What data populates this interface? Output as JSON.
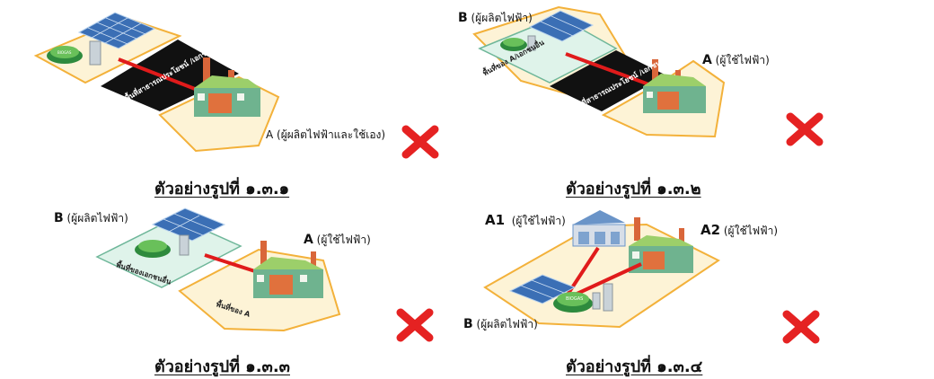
{
  "colors": {
    "land_fill": "#fdf3d6",
    "land_stroke": "#f3b13a",
    "producer_fill": "#dff3ea",
    "producer_stroke": "#6fb79a",
    "black_zone": "#111111",
    "line": "#e01b1b",
    "cross": "#e52222",
    "factory_wall": "#6fb38f",
    "factory_roof": "#9ccf6a",
    "chimney": "#d9663a"
  },
  "icons": {
    "cross": "cross-icon",
    "factory": "factory-icon",
    "solar": "solar-panel-icon",
    "biogas": "biogas-tank-icon",
    "warehouse": "warehouse-icon"
  },
  "biogas_text": "BIOGAS",
  "panels": [
    {
      "caption": "ตัวอย่างรูปที่ ๑.๓.๑",
      "label_a": "A (ผู้ผลิตไฟฟ้าและใช้เอง)",
      "zone_black": "พื้นที่สาธารณประโยชน์ /เอกชนอื่น"
    },
    {
      "caption": "ตัวอย่างรูปที่ ๑.๓.๒",
      "label_b_letter": "B",
      "label_b_text": "(ผู้ผลิตไฟฟ้า)",
      "label_a_letter": "A",
      "label_a_text": "(ผู้ใช้ไฟฟ้า)",
      "zone_green": "พื้นที่ของ A/เอกชนอื่น",
      "zone_black": "พื้นที่สาธารณประโยชน์ /เอกชนอื่น"
    },
    {
      "caption": "ตัวอย่างรูปที่ ๑.๓.๓",
      "label_b_letter": "B",
      "label_b_text": "(ผู้ผลิตไฟฟ้า)",
      "label_a_letter": "A",
      "label_a_text": "(ผู้ใช้ไฟฟ้า)",
      "zone_green": "พื้นที่ของเอกชนอื่น",
      "zone_orange": "พื้นที่ของ A"
    },
    {
      "caption": "ตัวอย่างรูปที่ ๑.๓.๔",
      "label_a1_letter": "A1",
      "label_a1_text": "(ผู้ใช้ไฟฟ้า)",
      "label_a2_letter": "A2",
      "label_a2_text": "(ผู้ใช้ไฟฟ้า)",
      "label_b_letter": "B",
      "label_b_text": "(ผู้ผลิตไฟฟ้า)"
    }
  ]
}
